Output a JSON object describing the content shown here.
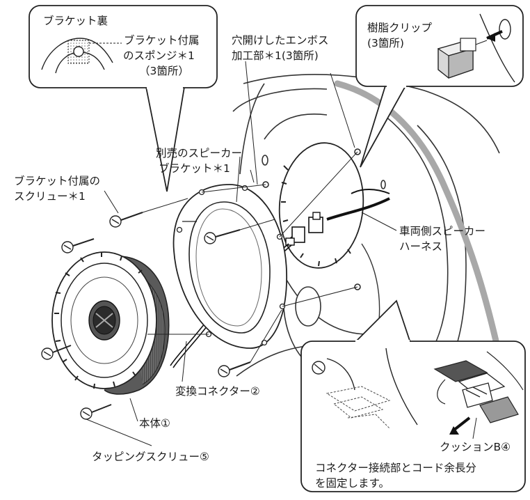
{
  "callouts": {
    "bracket_back": {
      "title": "ブラケット裏",
      "line1": "ブラケット付属",
      "line2": "のスポンジ＊1",
      "line3": "（3箇所）"
    },
    "resin_clip": {
      "line1": "樹脂クリップ",
      "line2": "(3箇所)"
    },
    "connector_fix": {
      "cushion": "クッションB④",
      "note_line1": "コネクター接続部とコード余長分",
      "note_line2": "を固定します。"
    }
  },
  "labels": {
    "embossed_line1": "穴開けしたエンボス",
    "embossed_line2": "加工部＊1(3箇所)",
    "bracket_line1": "別売のスピーカー",
    "bracket_line2": "ブラケット＊1",
    "screw_line1": "ブラケット付属の",
    "screw_line2": "スクリュー＊1",
    "harness_line1": "車両側スピーカー",
    "harness_line2": "ハーネス",
    "converter": "変換コネクター②",
    "body": "本体①",
    "tapping_screw": "タッピングスクリュー⑤"
  }
}
